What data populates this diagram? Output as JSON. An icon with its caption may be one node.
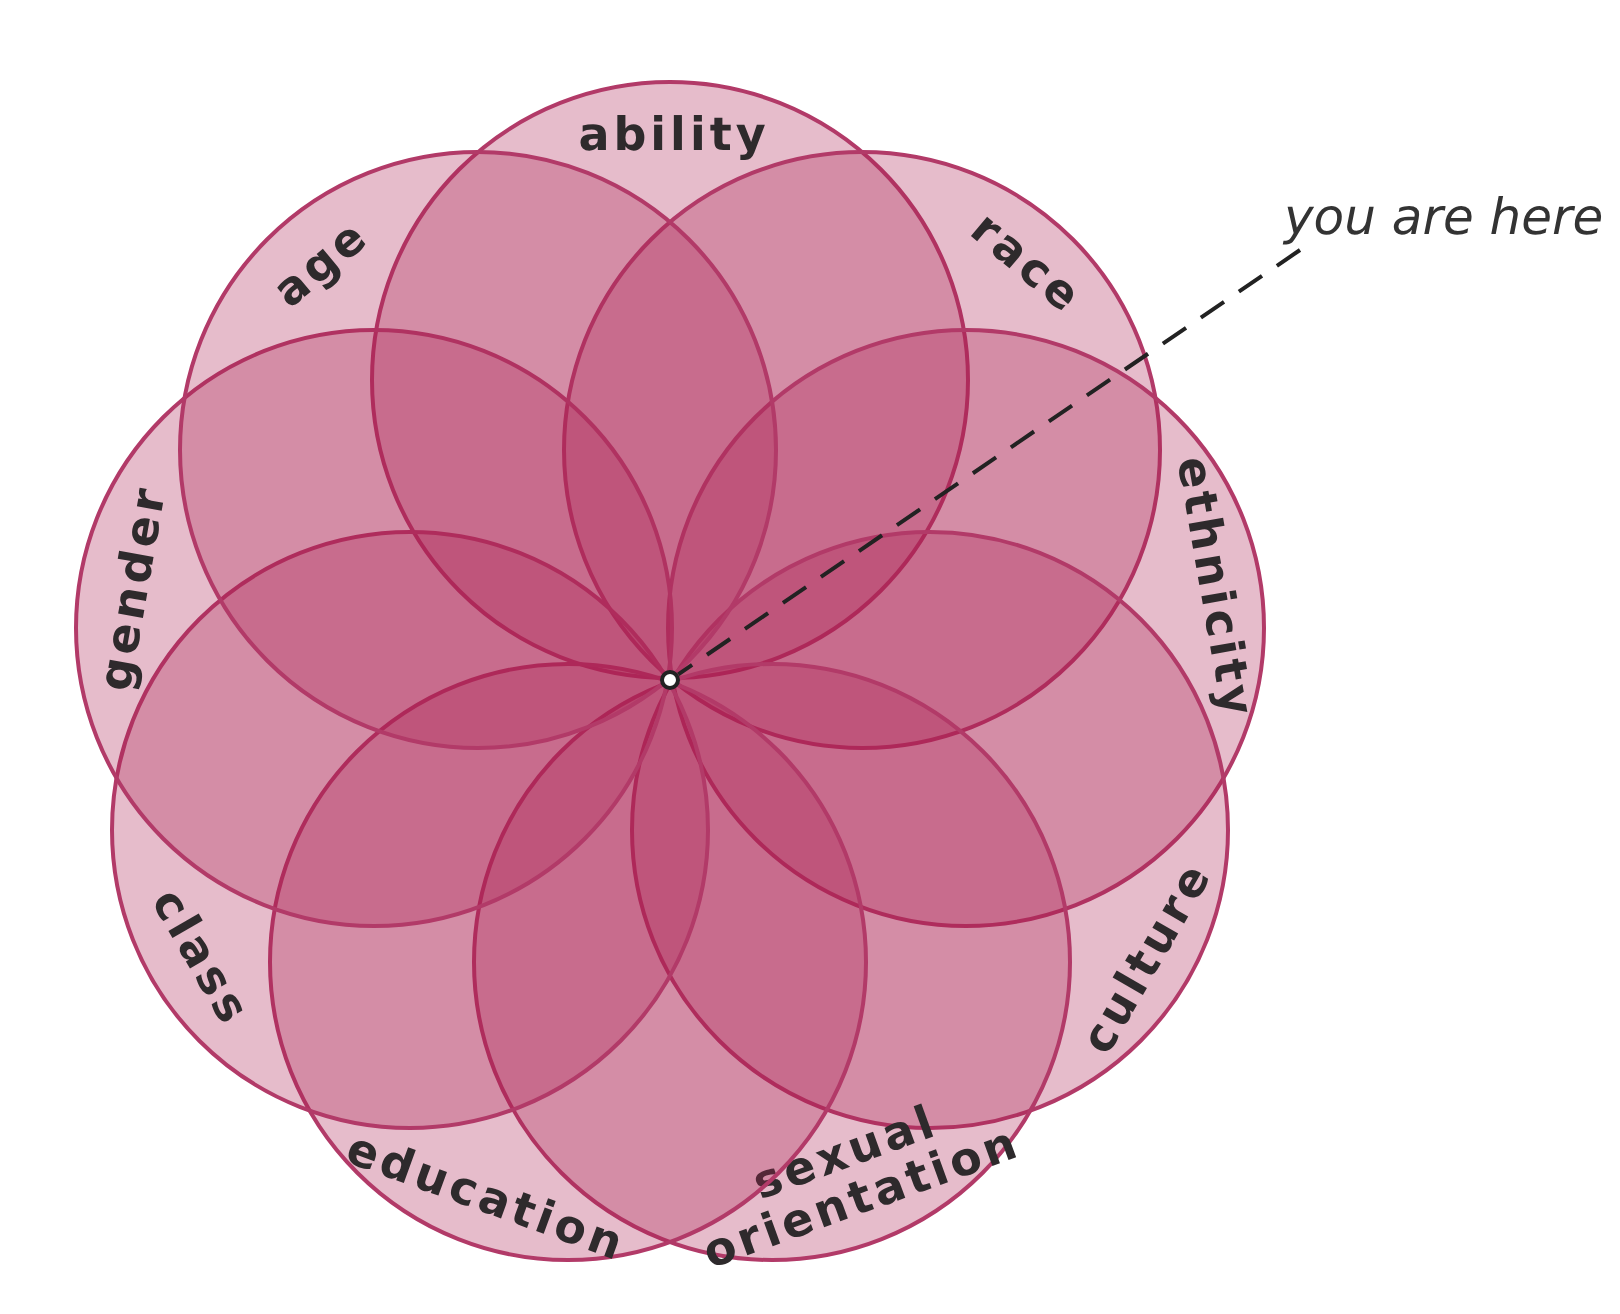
{
  "diagram": {
    "nodes": [
      {
        "text": [
          "ability"
        ]
      },
      {
        "text": [
          "race"
        ]
      },
      {
        "text": [
          "ethnicity"
        ]
      },
      {
        "text": [
          "culture"
        ]
      },
      {
        "text": [
          "sexual orientation"
        ]
      },
      {
        "text": [
          "education"
        ]
      },
      {
        "text": [
          "class"
        ]
      },
      {
        "text": [
          "gender"
        ]
      },
      {
        "text": [
          "age"
        ]
      },
      {
        "text": [],
        "shape": "circle"
      },
      {
        "text": [
          "you are here"
        ]
      }
    ],
    "edges": [
      {
        "from": 10,
        "to": 9,
        "arrow": "none",
        "style": "dashed"
      }
    ]
  }
}
